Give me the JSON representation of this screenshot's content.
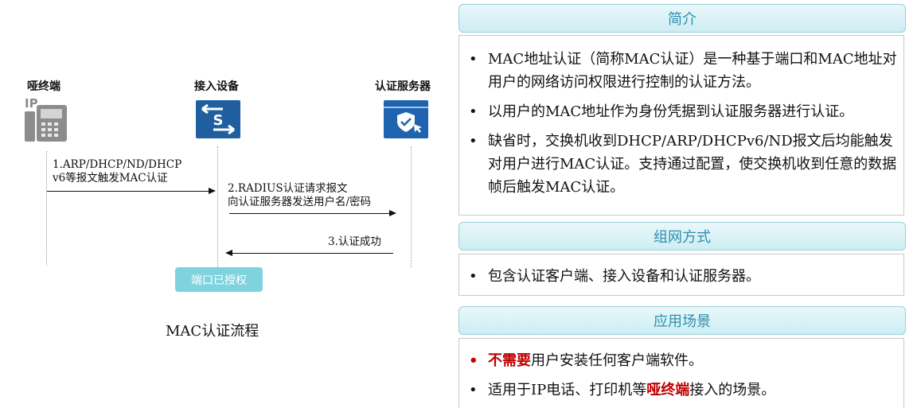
{
  "diagram": {
    "actors": [
      {
        "label": "哑终端",
        "icon": "ip-phone-icon"
      },
      {
        "label": "接入设备",
        "icon": "switch-icon"
      },
      {
        "label": "认证服务器",
        "icon": "auth-server-icon"
      }
    ],
    "phone_icon_text": "IP",
    "messages": [
      {
        "line1": "1.ARP/DHCP/ND/DHCP",
        "line2": "v6等报文触发MAC认证"
      },
      {
        "line1": "2.RADIUS认证请求报文",
        "line2": "向认证服务器发送用户名/密码"
      },
      {
        "line1": "3.认证成功"
      }
    ],
    "port_badge": "端口已授权",
    "caption": "MAC认证流程",
    "colors": {
      "switch": "#1f5fa0",
      "server": "#1f63b0",
      "badge": "#7fd3df"
    }
  },
  "sections": [
    {
      "title": "简介",
      "bullets": [
        {
          "parts": [
            {
              "text": "MAC地址认证（简称MAC认证）是一种基于端口和MAC地址对用户的网络访问权限进行控制的认证方法。"
            }
          ]
        },
        {
          "parts": [
            {
              "text": "以用户的MAC地址作为身份凭据到认证服务器进行认证。"
            }
          ]
        },
        {
          "parts": [
            {
              "text": "缺省时，交换机收到DHCP/ARP/DHCPv6/ND报文后均能触发对用户进行MAC认证。支持通过配置，使交换机收到任意的数据帧后触发MAC认证。"
            }
          ]
        }
      ]
    },
    {
      "title": "组网方式",
      "bullets": [
        {
          "parts": [
            {
              "text": "包含认证客户端、接入设备和认证服务器。"
            }
          ]
        }
      ]
    },
    {
      "title": "应用场景",
      "bullets": [
        {
          "parts": [
            {
              "text": "不需要",
              "red": true
            },
            {
              "text": "用户安装任何客户端软件。"
            }
          ],
          "dot_red": true
        },
        {
          "parts": [
            {
              "text": "适用于IP电话、打印机等"
            },
            {
              "text": "哑终端",
              "red": true
            },
            {
              "text": "接入的场景。"
            }
          ]
        }
      ]
    }
  ],
  "bullet_symbol": "•"
}
